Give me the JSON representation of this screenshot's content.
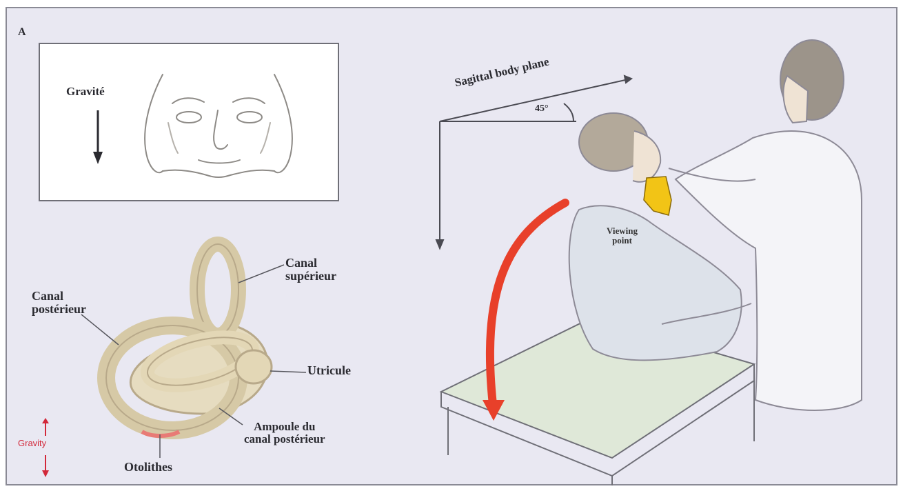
{
  "panel_letter": "A",
  "inset": {
    "gravity_label": "Gravité"
  },
  "ear_labels": {
    "superior_canal": "Canal\nsupérieur",
    "posterior_canal": "Canal\npostérieur",
    "utricle": "Utricule",
    "ampulla": "Ampoule du\ncanal postérieur",
    "otoliths": "Otolithes"
  },
  "gravity_indicator": "Gravity",
  "scene_labels": {
    "sagittal_plane": "Sagittal body plane",
    "angle": "45°",
    "viewing_point": "Viewing\npoint"
  },
  "colors": {
    "background": "#e9e8f2",
    "frame": "#8a8a95",
    "arrow_red": "#e8402a",
    "glove_yellow": "#f2c416",
    "gravity_red": "#d2283a",
    "canal_fill": "#e6dcc0"
  }
}
